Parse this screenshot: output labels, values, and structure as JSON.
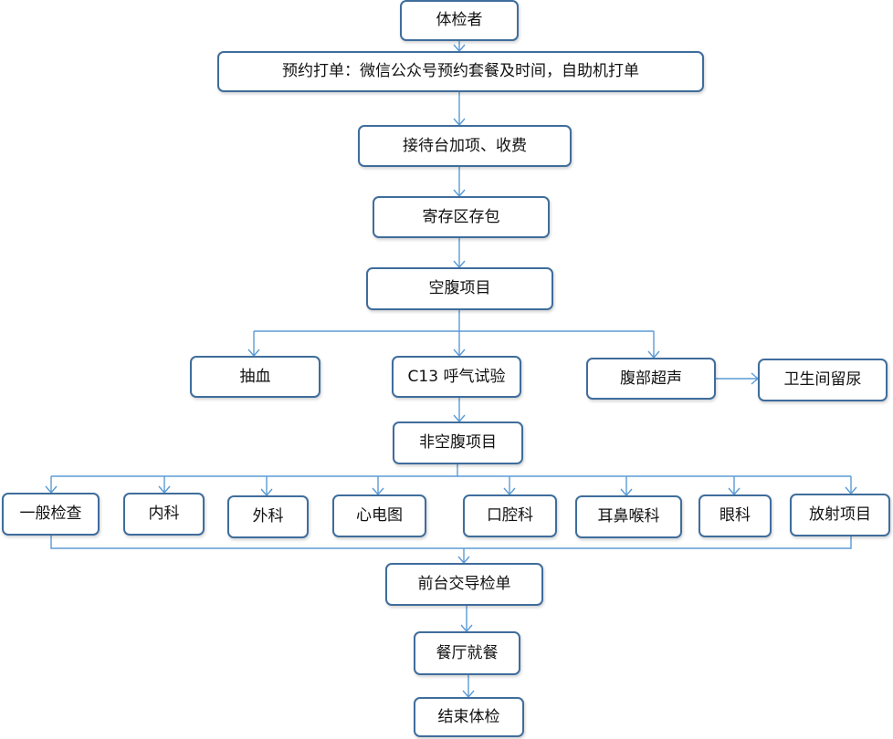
{
  "colors": {
    "connector": "#5b9bd5",
    "node_border": "#3f6d9c",
    "node_fill": "#ffffff",
    "text": "#111111"
  },
  "nodes": {
    "start": "体检者",
    "booking": "预约打单：微信公众号预约套餐及时间，自助机打单",
    "reception": "接待台加项、收费",
    "storage": "寄存区存包",
    "fasting": "空腹项目",
    "blood": "抽血",
    "breath_test": "C13 呼气试验",
    "ultrasound": "腹部超声",
    "urine": "卫生间留尿",
    "non_fasting": "非空腹项目",
    "general_exam": "一般检查",
    "internal": "内科",
    "surgery": "外科",
    "ecg": "心电图",
    "dental": "口腔科",
    "ent": "耳鼻喉科",
    "eye": "眼科",
    "radiology": "放射项目",
    "front_desk": "前台交导检单",
    "dining": "餐厅就餐",
    "finish": "结束体检"
  }
}
